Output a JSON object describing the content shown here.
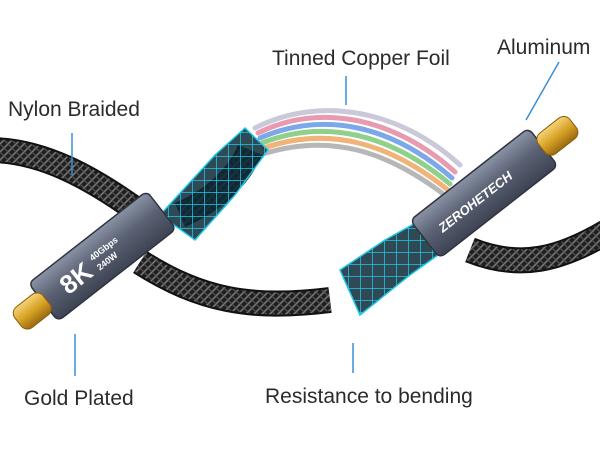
{
  "labels": {
    "nylon_braided": "Nylon Braided",
    "tinned_copper_foil": "Tinned Copper Foil",
    "aluminum": "Aluminum",
    "gold_plated": "Gold Plated",
    "resistance_to_bending": "Resistance to bending"
  },
  "left_connector": {
    "big_text": "8K",
    "spec_top": "40Gbps",
    "spec_bottom": "240W"
  },
  "right_connector": {
    "brand": "ZEROHETECH"
  },
  "colors": {
    "leader_line": "#3a8fd6",
    "mesh": "#18c6e6",
    "braid": "#2b2b2b",
    "aluminum": "#5d6577",
    "gold": "#d8a325"
  }
}
